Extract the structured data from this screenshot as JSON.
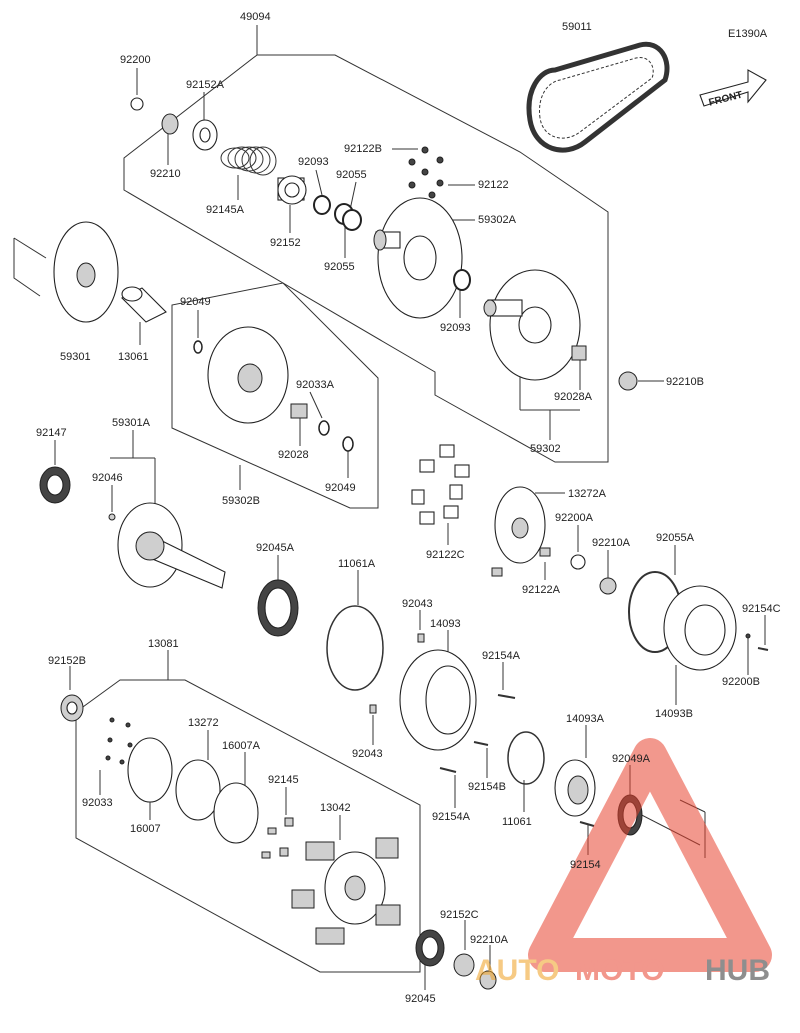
{
  "diagram_ref": "E1390A",
  "front_label": "FRONT",
  "watermark": {
    "part1": "AUTO",
    "part2": "MOTO",
    "part3": "HUB",
    "color_main": "#e8432f",
    "color_accent": "#f0a020",
    "color_dark": "#333333"
  },
  "labels": {
    "l49094": "49094",
    "l59011": "59011",
    "l92200": "92200",
    "l92152A": "92152A",
    "l92210": "92210",
    "l92145A": "92145A",
    "l92152": "92152",
    "l92093a": "92093",
    "l92055a": "92055",
    "l92055b": "92055",
    "l92122B": "92122B",
    "l92122": "92122",
    "l59302A": "59302A",
    "l92093b": "92093",
    "l59301": "59301",
    "l13061": "13061",
    "l92049a": "92049",
    "l92033A": "92033A",
    "l92028": "92028",
    "l92049b": "92049",
    "l59302B": "59302B",
    "l92210B": "92210B",
    "l92028A": "92028A",
    "l59302": "59302",
    "l92147": "92147",
    "l59301A": "59301A",
    "l92046": "92046",
    "l13272A": "13272A",
    "l92200A": "92200A",
    "l92210A": "92210A",
    "l92055A": "92055A",
    "l92122C": "92122C",
    "l92122A": "92122A",
    "l92045A": "92045A",
    "l11061A": "11061A",
    "l92043a": "92043",
    "l14093": "14093",
    "l92154A_a": "92154A",
    "l92154C": "92154C",
    "l92200B": "92200B",
    "l14093B": "14093B",
    "l92152B": "92152B",
    "l13081": "13081",
    "l92043b": "92043",
    "l14093A": "14093A",
    "l92049A": "92049A",
    "l92154B": "92154B",
    "l92154A_b": "92154A",
    "l11061": "11061",
    "l92154": "92154",
    "l13272": "13272",
    "l16007A": "16007A",
    "l92033": "92033",
    "l16007": "16007",
    "l92145": "92145",
    "l13042": "13042",
    "l92152C": "92152C",
    "l92210A_b": "92210A",
    "l92045": "92045"
  }
}
